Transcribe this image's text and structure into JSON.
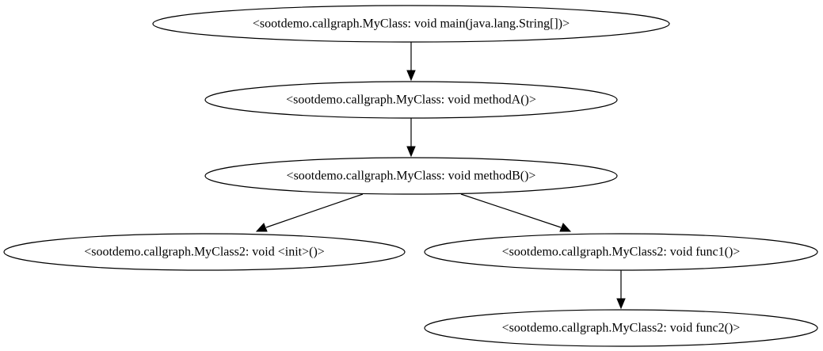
{
  "graph": {
    "nodes": [
      {
        "id": "main",
        "label": "<sootdemo.callgraph.MyClass: void main(java.lang.String[])>"
      },
      {
        "id": "methodA",
        "label": "<sootdemo.callgraph.MyClass: void methodA()>"
      },
      {
        "id": "methodB",
        "label": "<sootdemo.callgraph.MyClass: void methodB()>"
      },
      {
        "id": "init",
        "label": "<sootdemo.callgraph.MyClass2: void <init>()>"
      },
      {
        "id": "func1",
        "label": "<sootdemo.callgraph.MyClass2: void func1()>"
      },
      {
        "id": "func2",
        "label": "<sootdemo.callgraph.MyClass2: void func2()>"
      }
    ],
    "edges": [
      {
        "from": "main",
        "to": "methodA"
      },
      {
        "from": "methodA",
        "to": "methodB"
      },
      {
        "from": "methodB",
        "to": "init"
      },
      {
        "from": "methodB",
        "to": "func1"
      },
      {
        "from": "func1",
        "to": "func2"
      }
    ]
  }
}
